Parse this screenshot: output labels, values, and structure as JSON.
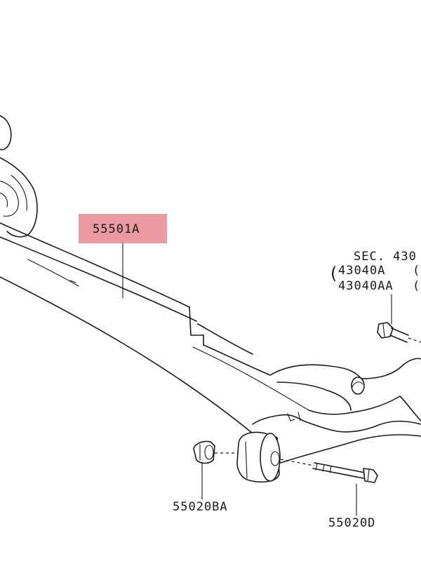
{
  "parts": {
    "beam_assembly": "55501A",
    "bushing": "55020BA",
    "bolt": "55020D",
    "section_ref": "SEC. 430",
    "hub_part_1": "43040A",
    "hub_part_2": "43040AA",
    "hub_suffix_1": "(",
    "hub_suffix_2": "(",
    "bracket_open": "("
  },
  "colors": {
    "highlight": "#e88a8f",
    "ink": "#1b1b1b",
    "background": "#ffffff"
  }
}
